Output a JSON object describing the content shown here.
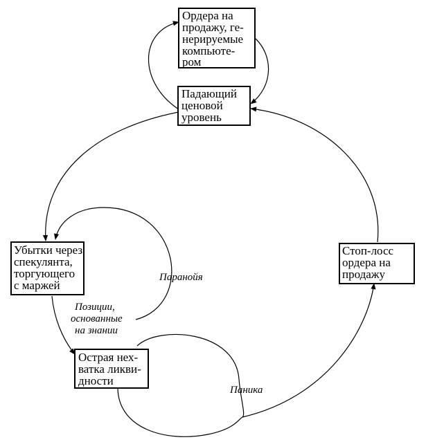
{
  "nodes": {
    "sell_orders_computer": {
      "lines": [
        "Ордера на",
        "продажу, ге-",
        "нерируемые",
        "компьюте-",
        "ром"
      ]
    },
    "falling_price": {
      "lines": [
        "Падающий",
        "ценовой",
        "уровень"
      ]
    },
    "margin_losses": {
      "lines": [
        "Убытки через",
        "спекулянта,",
        "торгующего",
        "с маржей"
      ]
    },
    "stop_loss": {
      "lines": [
        "Стоп-лосс",
        "ордера на",
        "продажу"
      ]
    },
    "liquidity_shortage": {
      "lines": [
        "Острая нех-",
        "ватка ликви-",
        "дности"
      ]
    }
  },
  "labels": {
    "paranoia": "Паранойя",
    "knowledge_positions": [
      "Позиции,",
      "основанные",
      "на знании"
    ],
    "panic": "Паника"
  }
}
